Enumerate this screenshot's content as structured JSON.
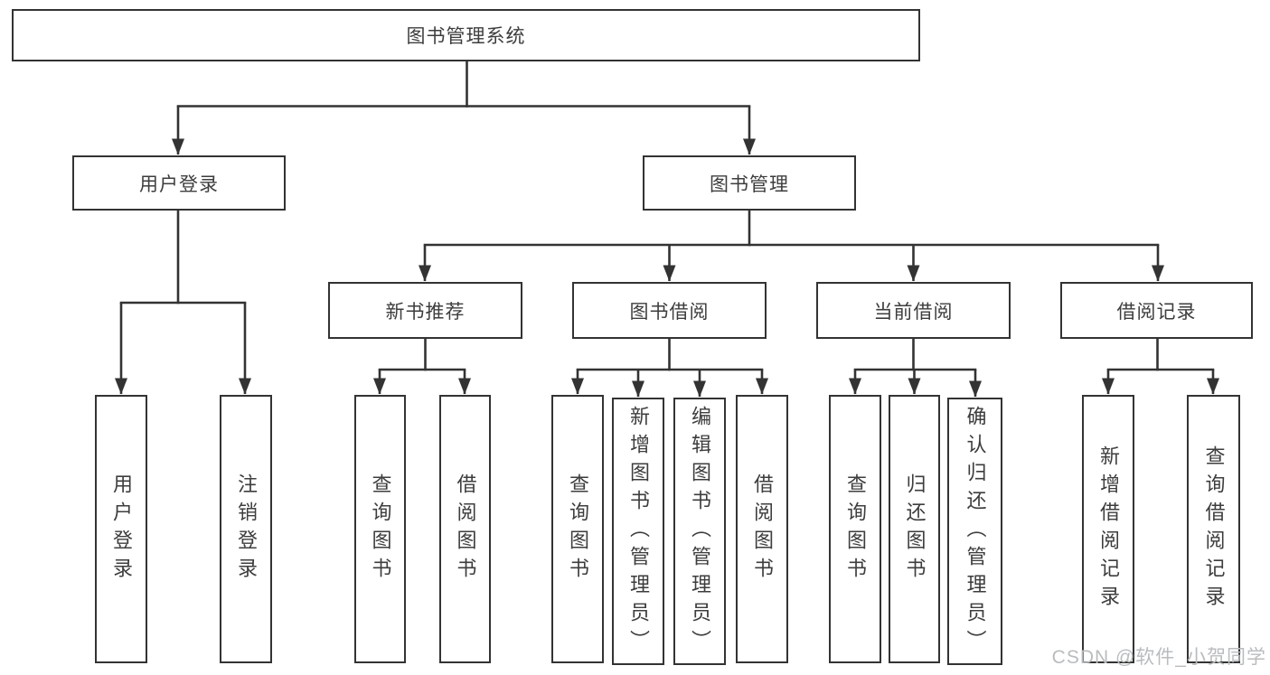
{
  "colors": {
    "line": "#333333",
    "border": "#333333",
    "text": "#3d3d3d",
    "background": "#ffffff",
    "watermark": "#b9bcbf"
  },
  "watermark": {
    "label": "CSDN @软件_小贺同学"
  },
  "diagram": {
    "root": {
      "label": "图书管理系统"
    },
    "branches": [
      {
        "label": "用户登录",
        "children": [
          {
            "label": "用户登录"
          },
          {
            "label": "注销登录"
          }
        ]
      },
      {
        "label": "图书管理",
        "children": [
          {
            "label": "新书推荐",
            "children": [
              {
                "label": "查询图书"
              },
              {
                "label": "借阅图书"
              }
            ]
          },
          {
            "label": "图书借阅",
            "children": [
              {
                "label": "查询图书"
              },
              {
                "label": "新增图书（管理员）"
              },
              {
                "label": "编辑图书（管理员）"
              },
              {
                "label": "借阅图书"
              }
            ]
          },
          {
            "label": "当前借阅",
            "children": [
              {
                "label": "查询图书"
              },
              {
                "label": "归还图书"
              },
              {
                "label": "确认归还（管理员）"
              }
            ]
          },
          {
            "label": "借阅记录",
            "children": [
              {
                "label": "新增借阅记录"
              },
              {
                "label": "查询借阅记录"
              }
            ]
          }
        ]
      }
    ]
  }
}
